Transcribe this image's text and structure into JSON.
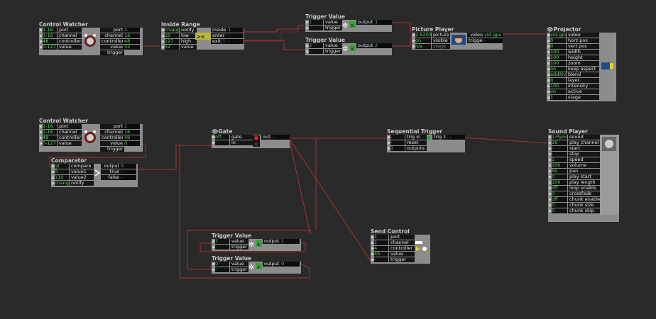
{
  "actors": {
    "cw1": {
      "title": "Control Watcher",
      "inputs": [
        "1-16",
        "1-16",
        "48",
        "0-127"
      ],
      "labels": [
        "port",
        "channel",
        "controller",
        "value"
      ],
      "outputs": [
        "1",
        "16",
        "48",
        "52"
      ],
      "out_labels": [
        "port",
        "channel",
        "controller",
        "value",
        "trigger"
      ]
    },
    "inside": {
      "title": "Inside Range",
      "inputs": [
        "change",
        "25",
        "127",
        "52"
      ],
      "labels": [
        "notify",
        "low",
        "high",
        "value"
      ],
      "outputs": [
        "1",
        "-",
        "-"
      ],
      "out_labels": [
        "inside",
        "enter",
        "exit"
      ]
    },
    "tv1": {
      "title": "Trigger Value",
      "inputs": [
        "1",
        "-"
      ],
      "labels": [
        "value",
        "trigger"
      ],
      "output": "1",
      "out_label": "output"
    },
    "tv2": {
      "title": "Trigger Value",
      "inputs": [
        "2",
        "-"
      ],
      "labels": [
        "value",
        "trigger"
      ],
      "output": "2",
      "out_label": "output"
    },
    "pp": {
      "title": "Picture Player",
      "inputs": [
        "2:5203",
        "on",
        "n/a"
      ],
      "labels": [
        "picture",
        "visible",
        "stage"
      ],
      "outputs": [
        "vid-gpu",
        "-"
      ],
      "out_labels": [
        "video",
        "trigger"
      ]
    },
    "proj": {
      "title": "Projector",
      "inputs": [
        "vid-gpu",
        "0",
        "0",
        "100",
        "100",
        "100",
        "on",
        "additive",
        "0",
        "100",
        "on",
        "1"
      ],
      "labels": [
        "video",
        "horz pos",
        "vert pos",
        "width",
        "height",
        "zoom",
        "keep aspect",
        "blend",
        "layer",
        "intensity",
        "active",
        "stage"
      ]
    },
    "cw2": {
      "title": "Control Watcher",
      "inputs": [
        "1-16",
        "1-16",
        "49",
        "0-127"
      ],
      "labels": [
        "port",
        "channel",
        "controller",
        "value"
      ],
      "outputs": [
        "1",
        "16",
        "49",
        "0"
      ],
      "out_labels": [
        "port",
        "channel",
        "controller",
        "value",
        "trigger"
      ]
    },
    "comp": {
      "title": "Comparator",
      "inputs": [
        "gt",
        "0",
        "110",
        "change"
      ],
      "labels": [
        "compare",
        "value1",
        "value2",
        "notify"
      ],
      "outputs": [
        "0",
        "-",
        "-"
      ],
      "out_labels": [
        "output",
        "true",
        "false"
      ]
    },
    "gate": {
      "title": "Gate",
      "inputs": [
        "off",
        "-"
      ],
      "labels": [
        "gate",
        "in"
      ],
      "output": "-",
      "out_label": "out"
    },
    "seq": {
      "title": "Sequential Trigger",
      "inputs": [
        "-",
        "-",
        "1"
      ],
      "labels": [
        "trig in",
        "reset",
        "outputs"
      ],
      "output": "-",
      "out_label": "trig 1"
    },
    "sp": {
      "title": "Sound Player",
      "inputs": [
        "1:Pyon",
        "16",
        "-",
        "-",
        "1",
        "100",
        "50",
        "0",
        "100",
        "off",
        "0",
        "off",
        "0",
        "0"
      ],
      "labels": [
        "sound",
        "play channel",
        "start",
        "stop",
        "speed",
        "volume",
        "pan",
        "play start",
        "play length",
        "loop enable",
        "crossfade",
        "chunk enable",
        "chunk size",
        "chunk skip"
      ]
    },
    "tv3": {
      "title": "Trigger Value",
      "inputs": [
        "1",
        "-"
      ],
      "labels": [
        "value",
        "trigger"
      ],
      "output": "1",
      "out_label": "output"
    },
    "tv4": {
      "title": "Trigger Value",
      "inputs": [
        "0",
        "-"
      ],
      "labels": [
        "value",
        "trigger"
      ],
      "output": "0",
      "out_label": "output"
    },
    "sc": {
      "title": "Send Control",
      "inputs": [
        "1",
        "1",
        "4",
        "45",
        "-"
      ],
      "labels": [
        "port",
        "channel",
        "controller",
        "value",
        "trigger"
      ]
    }
  },
  "colors": {
    "wire": "#a83232",
    "value_text": "#62d462",
    "background": "#2a2a2a"
  }
}
